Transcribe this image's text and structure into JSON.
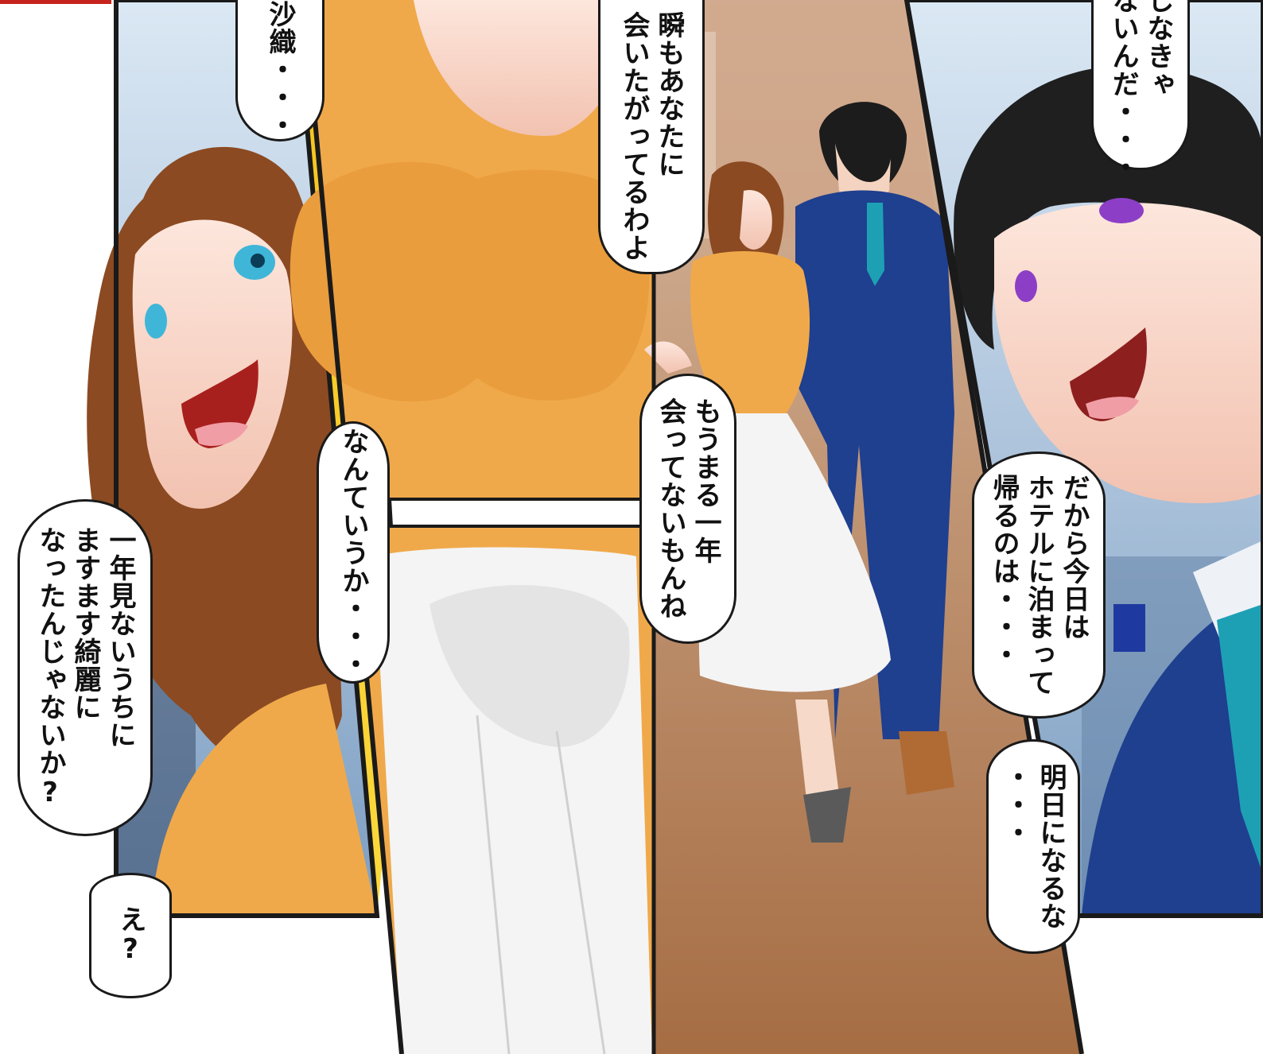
{
  "colors": {
    "panel_border": "#1a1a1a",
    "hair": "#8b4a22",
    "sweater": "#f0a94a",
    "suit": "#1f3f8f",
    "skirt": "#f4f4f4",
    "airport_blue": "#a9c6e2",
    "floor": "#b77b4f"
  },
  "characters": {
    "woman_saori": "woman with long brown hair, blue eyes, orange sweater, white skirt",
    "man": "black-haired man with purple eyes in a navy suit and teal tie"
  },
  "dialogue": {
    "b01": "瞬もあなたに\n会いたがってるわよ",
    "b02": "沙織・・・",
    "b03": "しなきゃ\nないんだ・・・",
    "b04": "もうまる一年\n会ってないもんね",
    "b05": "なんていうか・・・",
    "b06": "一年見ないうちに\nますます綺麗に\nなったんじゃないか?",
    "b07": "え?",
    "b08": "だから今日は\nホテルに泊まって\n帰るのは・・・",
    "b09": "明日になるな\n・・・"
  }
}
